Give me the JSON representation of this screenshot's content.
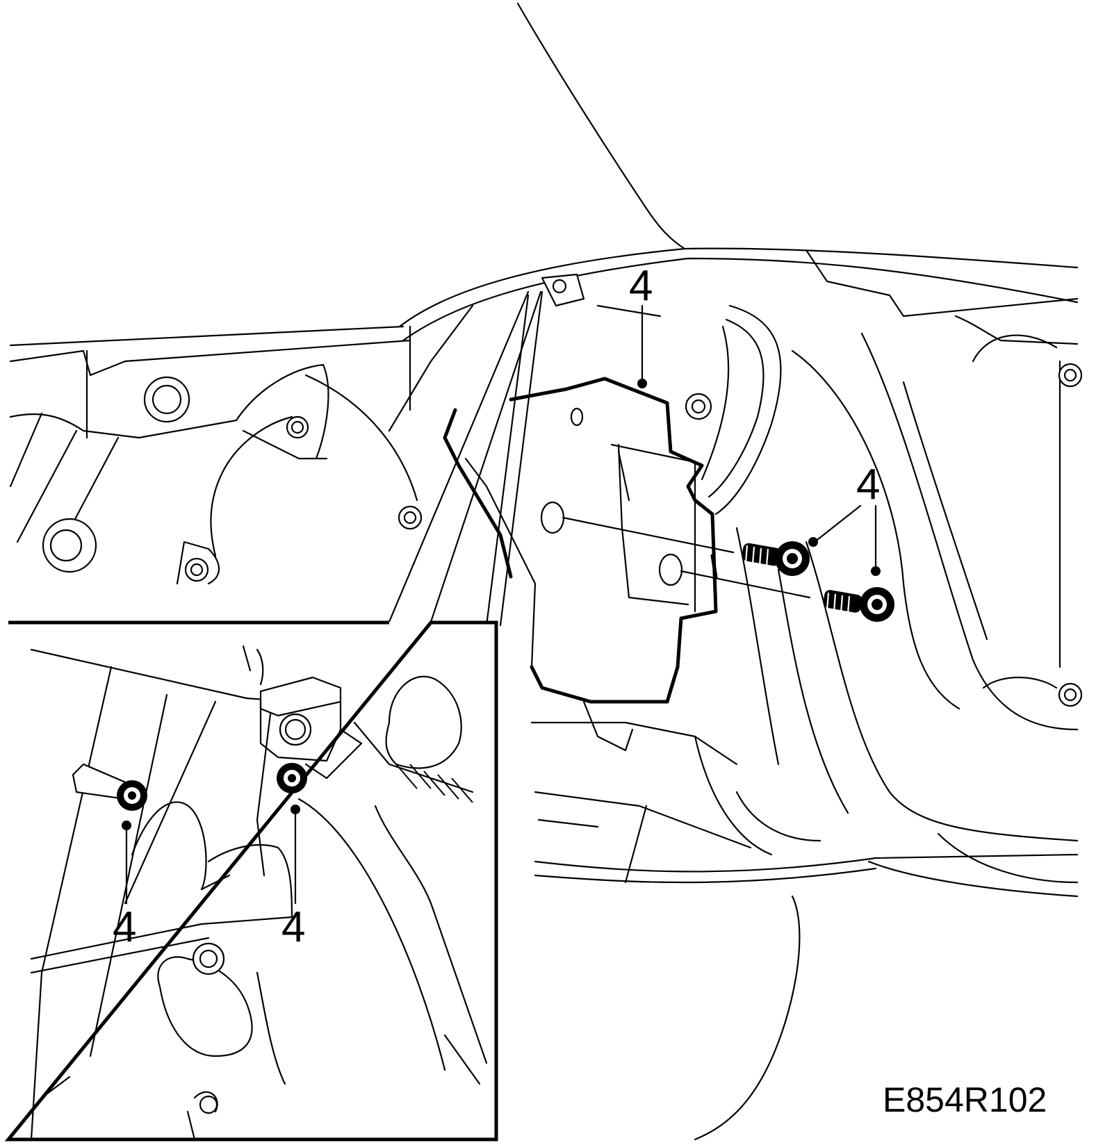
{
  "figure": {
    "id": "E854R102",
    "callouts": {
      "top": "4",
      "right_upper": "4",
      "inset_left": "4",
      "inset_right": "4"
    }
  }
}
